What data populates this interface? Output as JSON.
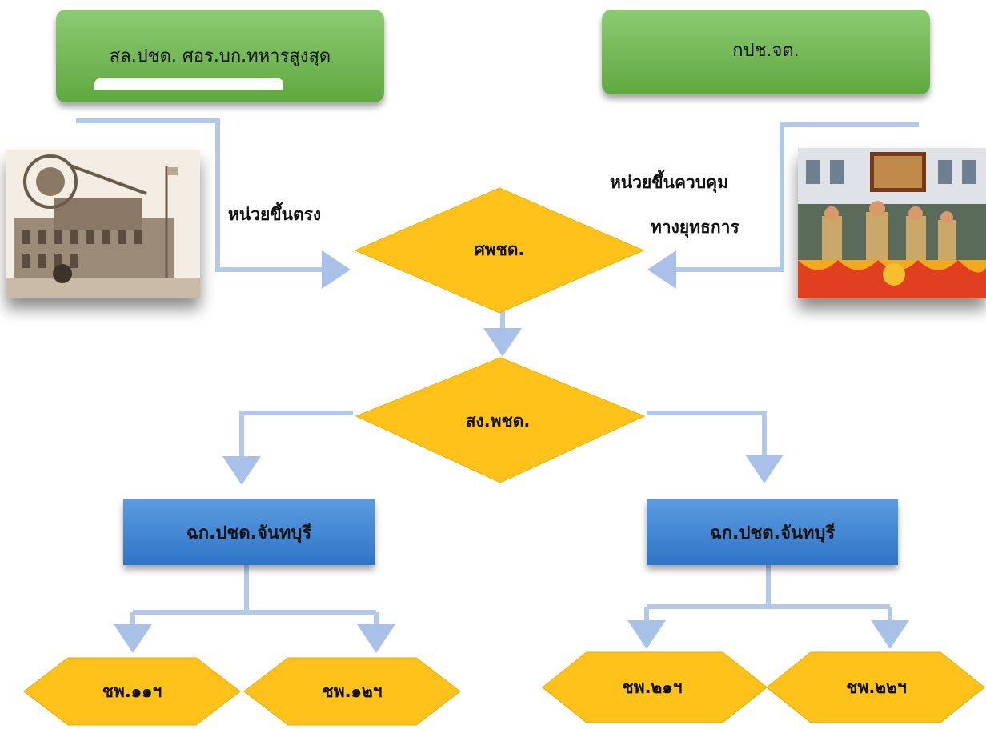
{
  "top_left_box": "สล.ปชด. ศอร.บก.ทหารสูงสุด",
  "top_right_box": "กปช.จต.",
  "left_label": "หน่วยขึ้นตรง",
  "right_label_line1": "หน่วยขึ้นควบคุม",
  "right_label_line2": "ทางยุทธการ",
  "diamond_top": "ศพชด.",
  "diamond_mid": "สง.พชด.",
  "blue_left": "ฉก.ปชด.จันทบุรี",
  "blue_right": "ฉก.ปชด.จันทบุรี",
  "hex_1": "ชพ.๑๑ฯ",
  "hex_2": "ชพ.๑๒ฯ",
  "hex_3": "ชพ.๒๑ฯ",
  "hex_4": "ชพ.๒๒ฯ",
  "colors": {
    "green": "#6ab84a",
    "blue": "#3d85d0",
    "gold": "#ffc21a",
    "connector": "#b4c8ea"
  }
}
